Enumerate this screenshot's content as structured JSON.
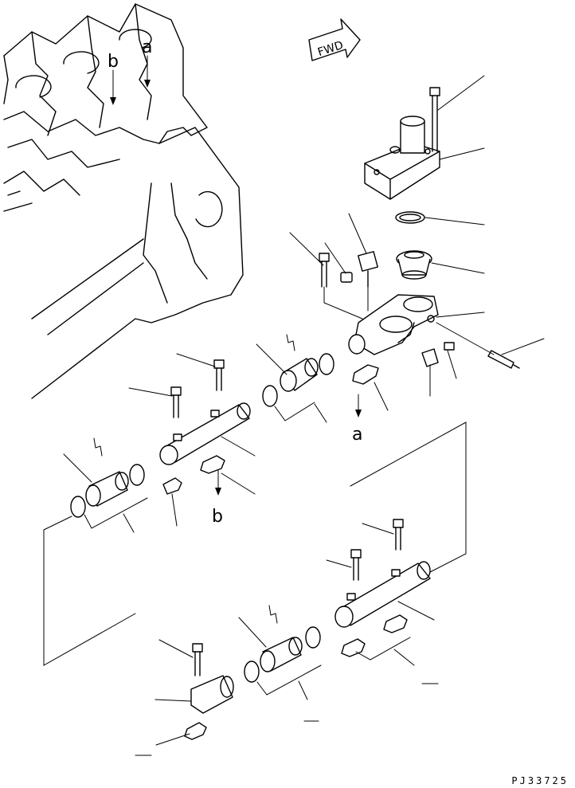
{
  "direction_marker": {
    "text": "FWD"
  },
  "reference_labels": {
    "a": "a",
    "b": "b"
  },
  "drawing_code": "PJ33725"
}
